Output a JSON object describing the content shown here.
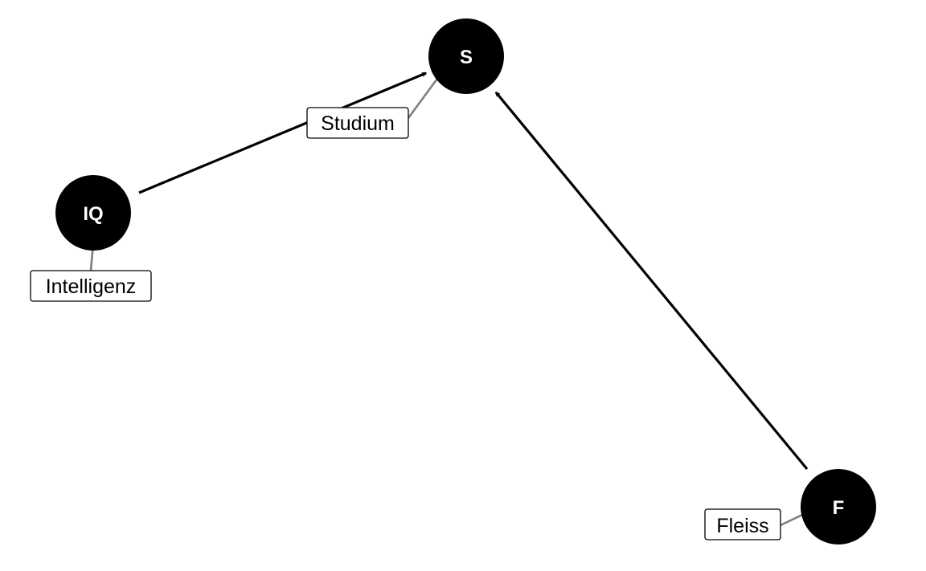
{
  "nodes": [
    {
      "id": "S",
      "name": "S",
      "label": "Studium"
    },
    {
      "id": "IQ",
      "name": "IQ",
      "label": "Intelligenz"
    },
    {
      "id": "F",
      "name": "F",
      "label": "Fleiss"
    }
  ],
  "edges": [
    {
      "from": "IQ",
      "to": "S"
    },
    {
      "from": "F",
      "to": "S"
    }
  ],
  "colors": {
    "node_fill": "#000000",
    "node_text": "#ffffff",
    "edge": "#000000",
    "leader": "#7f7f7f",
    "label_bg": "#ffffff"
  }
}
